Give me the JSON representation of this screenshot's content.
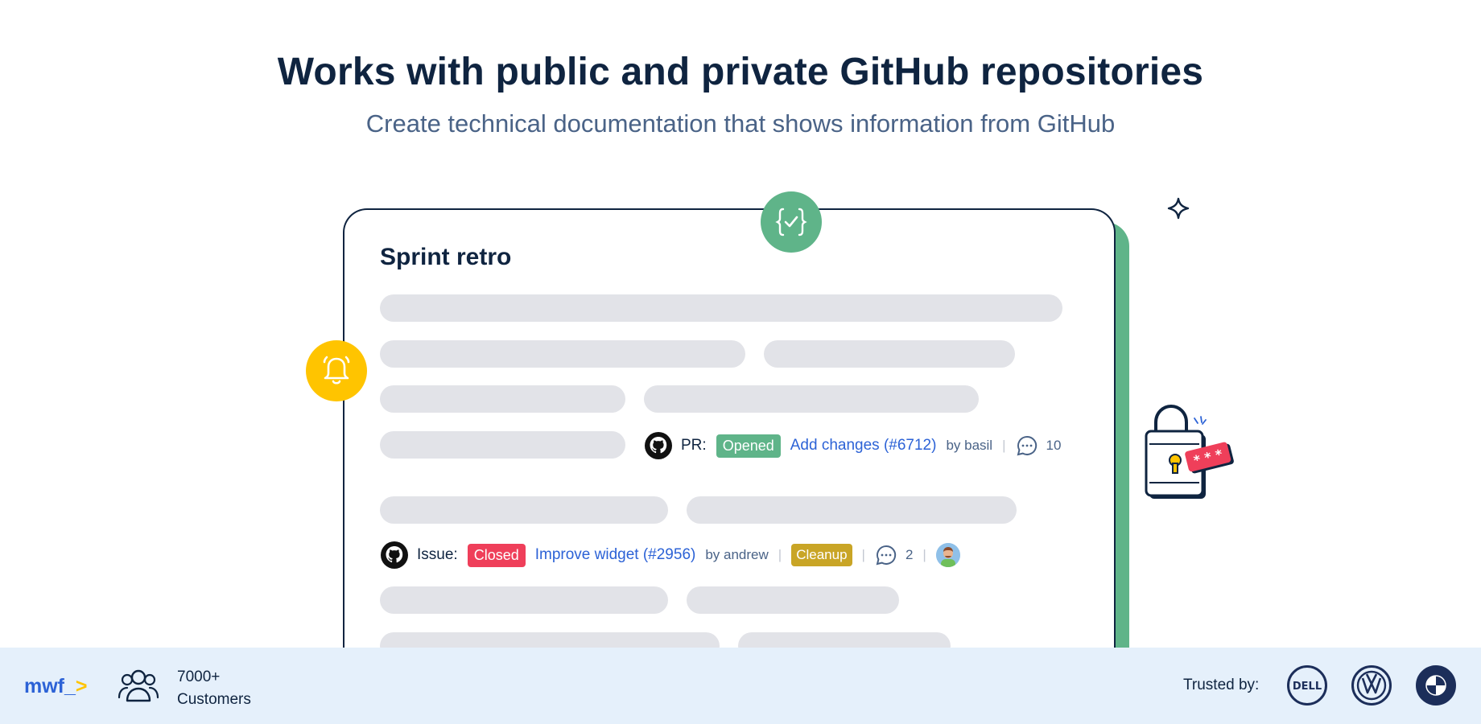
{
  "hero": {
    "title": "Works with public and private GitHub repositories",
    "subtitle": "Create technical documentation that shows information from GitHub"
  },
  "card": {
    "title": "Sprint retro",
    "pr": {
      "label": "PR:",
      "status": "Opened",
      "link": "Add changes (#6712)",
      "author": "by basil",
      "separator": "|",
      "comments": "10"
    },
    "issue": {
      "label": "Issue:",
      "status": "Closed",
      "link": "Improve widget (#2956)",
      "author": "by andrew",
      "separator": "|",
      "tag": "Cleanup",
      "comments": "2"
    }
  },
  "icons": {
    "check_badge": "curly-check-icon",
    "bell_badge": "bell-icon",
    "sparkle": "sparkle-icon",
    "lock": "padlock-password-icon",
    "github": "github-icon",
    "comment": "comment-bubble-icon",
    "customers": "people-icon"
  },
  "footer": {
    "logo_text": "mwf_",
    "logo_caret": ">",
    "customers_count": "7000+",
    "customers_label": "Customers",
    "trusted_label": "Trusted by:",
    "brands": [
      "DELL",
      "VW",
      "BMW"
    ]
  },
  "colors": {
    "navy": "#0f2440",
    "green": "#5fb489",
    "yellow": "#ffc400",
    "red": "#ef3f5a",
    "blue": "#2c62d6",
    "tag": "#c9a526",
    "footer_bg": "#e5f0fb"
  }
}
